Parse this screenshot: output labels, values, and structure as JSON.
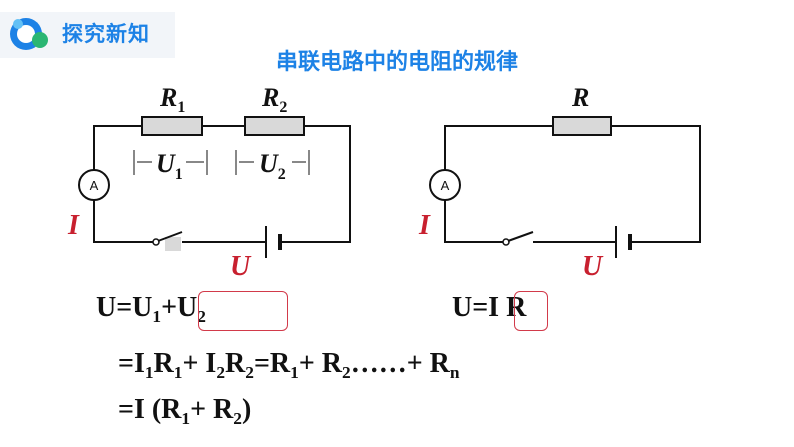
{
  "header": {
    "section_title": "探究新知"
  },
  "page": {
    "title": "串联电路中的电阻的规律"
  },
  "circuit_left": {
    "r1_label": "R",
    "r1_sub": "1",
    "r2_label": "R",
    "r2_sub": "2",
    "u1_label": "U",
    "u1_sub": "1",
    "u2_label": "U",
    "u2_sub": "2",
    "ammeter_label": "A",
    "current_label": "I",
    "voltage_label": "U"
  },
  "circuit_right": {
    "r_label": "R",
    "ammeter_label": "A",
    "current_label": "I",
    "voltage_label": "U"
  },
  "equations": {
    "line1_prefix": "U=U",
    "line1_sub1": "1",
    "line1_plus": "+U",
    "line1_sub2": "2",
    "line2": {
      "a": "=I",
      "s1": "1",
      "b": "R",
      "s2": "1",
      "c": "+ I",
      "s3": "2",
      "d": "R",
      "s4": "2",
      "e": "=R",
      "s5": "1",
      "f": "+ R",
      "s6": "2",
      "g": "……+ R",
      "s7": "n"
    },
    "line3": {
      "a": "=I (R",
      "s1": "1",
      "b": "+ R",
      "s2": "2",
      "c": ")"
    },
    "right_prefix": "U=I ",
    "right_boxed": "R"
  }
}
